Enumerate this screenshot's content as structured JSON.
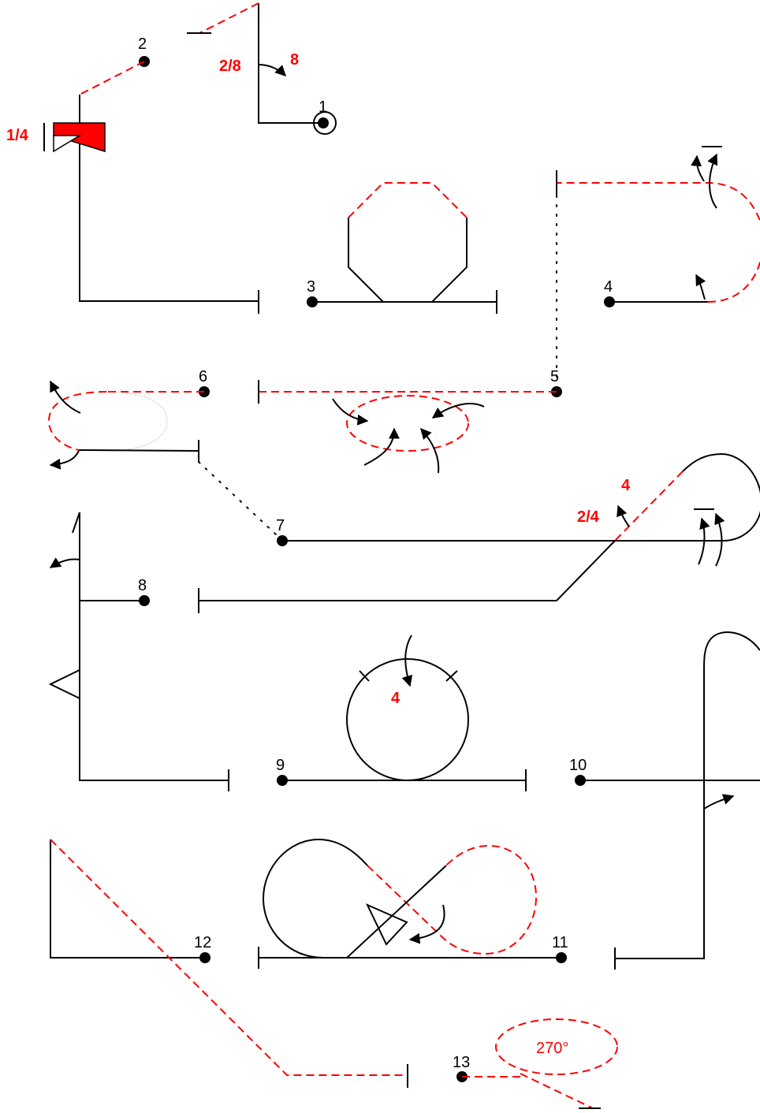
{
  "figures": {
    "1": {
      "number": "1",
      "label_a": "2/8",
      "label_b": "8"
    },
    "2": {
      "number": "2",
      "label_a": "1/4"
    },
    "3": {
      "number": "3"
    },
    "4": {
      "number": "4"
    },
    "5": {
      "number": "5"
    },
    "6": {
      "number": "6"
    },
    "7": {
      "number": "7",
      "label_a": "2/4",
      "label_b": "4"
    },
    "8": {
      "number": "8"
    },
    "9": {
      "number": "9",
      "label_a": "4"
    },
    "10": {
      "number": "10"
    },
    "11": {
      "number": "11"
    },
    "12": {
      "number": "12"
    },
    "13": {
      "number": "13",
      "label_a": "270°"
    }
  },
  "colors": {
    "line": "#000000",
    "accent": "#ff0000"
  }
}
